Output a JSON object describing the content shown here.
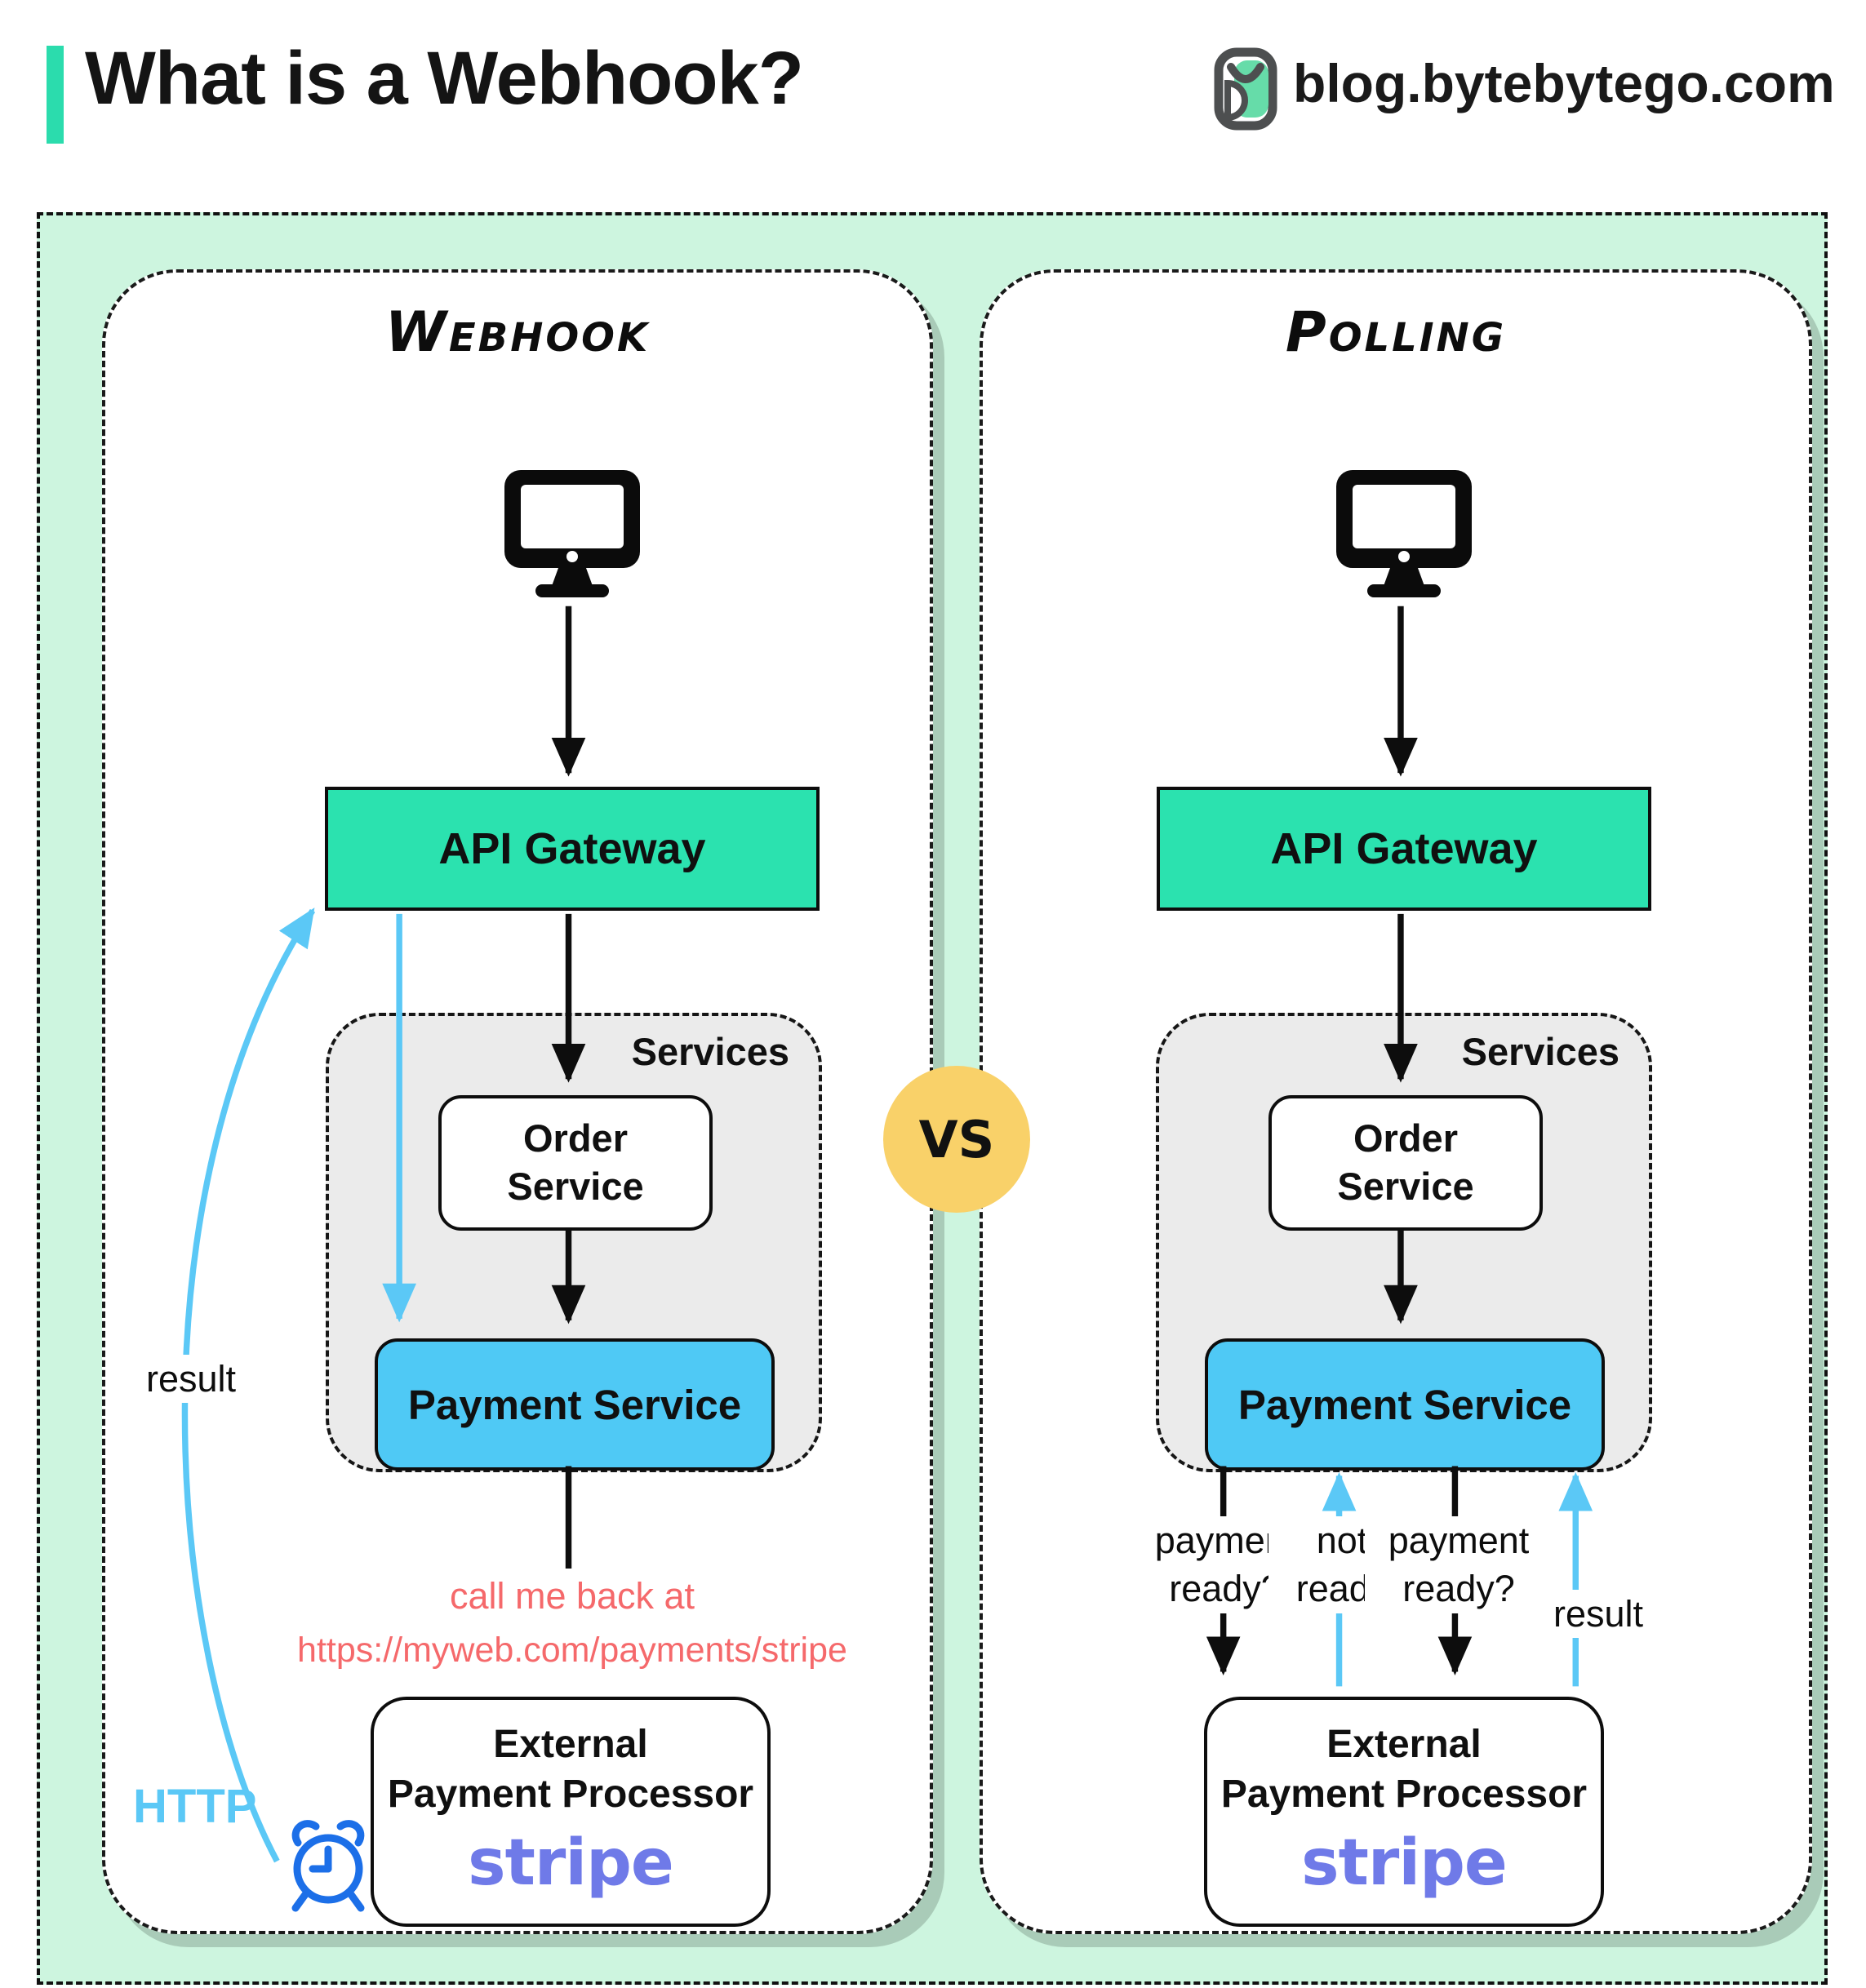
{
  "header": {
    "title": "What is a Webhook?",
    "site": "blog.bytebytego.com"
  },
  "vs_badge": "VS",
  "colors": {
    "accent_teal": "#2BDCAD",
    "mint_bg": "#CDF5DF",
    "panel_shadow": "#A9CBB8",
    "gateway_green": "#2BE2AF",
    "payment_blue": "#4FC9F5",
    "arrow_blue": "#5BC8F6",
    "callback_red": "#F5696B",
    "vs_yellow": "#F9D169",
    "stripe_purple": "#6F7AE8",
    "clock_blue": "#1C6FE8",
    "services_gray": "#EBEBEB"
  },
  "icons": {
    "logo": "bytebytego-logo-icon",
    "monitor": "monitor-icon",
    "clock": "alarm-clock-icon"
  },
  "webhook": {
    "title": "Webhook",
    "api_gateway": "API Gateway",
    "services": "Services",
    "order": {
      "line1": "Order",
      "line2": "Service"
    },
    "payment": "Payment Service",
    "callback": {
      "line1": "call me back at",
      "line2": "https://myweb.com/payments/stripe"
    },
    "external": {
      "line1": "External",
      "line2": "Payment Processor",
      "brand": "stripe"
    },
    "result": "result",
    "http": "HTTP"
  },
  "polling": {
    "title": "Polling",
    "api_gateway": "API Gateway",
    "services": "Services",
    "order": {
      "line1": "Order",
      "line2": "Service"
    },
    "payment": "Payment Service",
    "external": {
      "line1": "External",
      "line2": "Payment Processor",
      "brand": "stripe"
    },
    "arrows": [
      {
        "line1": "payment",
        "line2": "ready?"
      },
      {
        "line1": "not",
        "line2": "ready"
      },
      {
        "line1": "payment",
        "line2": "ready?"
      },
      {
        "line1": "result",
        "line2": ""
      }
    ]
  }
}
